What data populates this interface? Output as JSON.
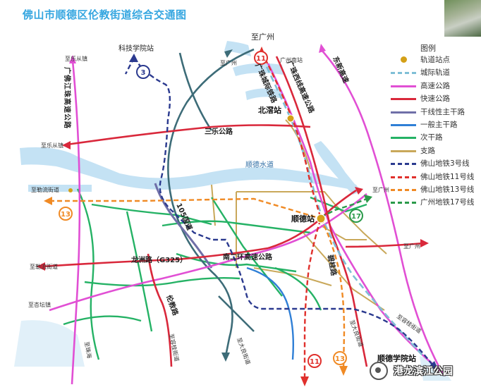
{
  "title": "佛山市顺德区伦教街道综合交通图",
  "legend": {
    "title": "图例",
    "items": [
      {
        "label": "轨道站点",
        "color": "#d4a017",
        "style": "dot"
      },
      {
        "label": "城际轨道",
        "color": "#7fbfd6",
        "style": "dashed"
      },
      {
        "label": "高速公路",
        "color": "#e14fd4",
        "style": "solid"
      },
      {
        "label": "快速公路",
        "color": "#d9283b",
        "style": "solid"
      },
      {
        "label": "干线性主干路",
        "color": "#6f6fa8",
        "style": "solid"
      },
      {
        "label": "一般主干路",
        "color": "#2f7fd6",
        "style": "solid"
      },
      {
        "label": "次干路",
        "color": "#25b265",
        "style": "solid"
      },
      {
        "label": "支路",
        "color": "#c9a85a",
        "style": "solid"
      },
      {
        "label": "佛山地铁3号线",
        "color": "#2b3a8f",
        "style": "dashed"
      },
      {
        "label": "佛山地铁11号线",
        "color": "#e0302c",
        "style": "dashed"
      },
      {
        "label": "佛山地铁13号线",
        "color": "#f08a24",
        "style": "dashed"
      },
      {
        "label": "广州地铁17号线",
        "color": "#2a9a4a",
        "style": "dashed"
      }
    ]
  },
  "places": {
    "to_guangzhou_top": "至广州",
    "to_guangzhou_south": "广州南站",
    "to_guangzhou_right": "至广州",
    "to_guangzhou_east": "至广州",
    "to_lecong_top": "至乐从镇",
    "to_lecong_left": "至乐从镇",
    "to_leliu_1": "至勒流街道",
    "to_leliu_2": "至勒流街道",
    "to_xingtan": "至杏坛镇",
    "to_zhuhai": "至珠海",
    "to_daliang": "至大良街道",
    "to_ronggui": "至容桂街道",
    "to_ronggui_2": "至容桂街道",
    "to_daliang_2": "至大良街道",
    "tech_college": "科技学院站",
    "beijiao": "北滘站",
    "shunde_station": "顺德站",
    "shunde_college": "顺德学院站",
    "river": "顺德水道"
  },
  "roads": {
    "guangfo_expressway": "广佛江珠高速公路",
    "guangzhu_west": "广珠西线高速公路",
    "guangzhu_railway": "广珠城际铁路",
    "dongxin": "东新高速",
    "sanle": "三乐公路",
    "longzhou": "龙洲路（G325）",
    "nan2huan": "南二环高速公路",
    "biwei": "碧桂路",
    "lunjiao": "伦教路",
    "road105": "105国道"
  },
  "line_badges": {
    "l3": "3",
    "l11_top": "11",
    "l11_bottom": "11",
    "l13_left": "13",
    "l13_bottom": "13",
    "l17": "17"
  },
  "watermark": "港龙滨江公园"
}
